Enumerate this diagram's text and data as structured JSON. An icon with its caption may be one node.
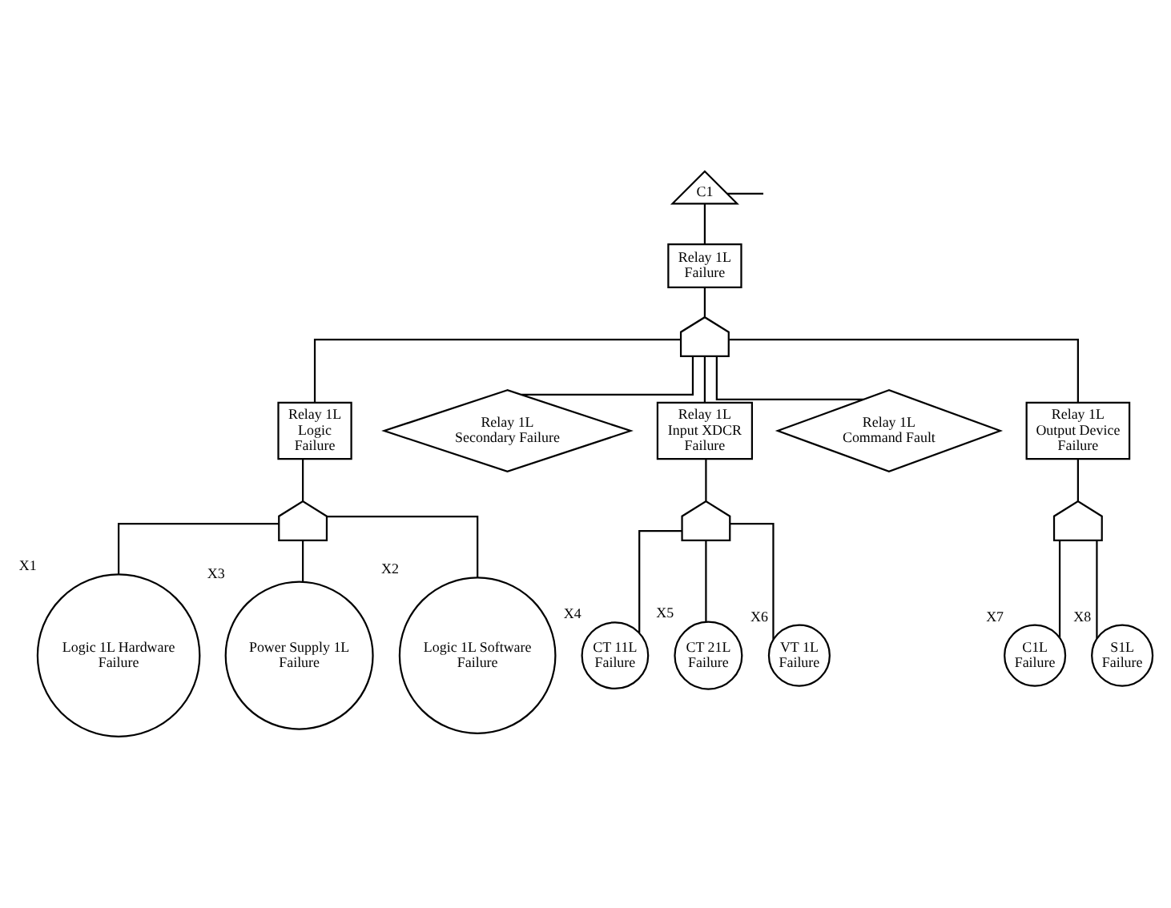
{
  "diagram": {
    "nodes": [
      {
        "text": [
          "C1"
        ]
      },
      {
        "text": [
          "Relay 1L Failure"
        ]
      },
      {
        "text": [],
        "shape": "gate"
      },
      {
        "text": [
          "Relay 1L Logic Failure"
        ]
      },
      {
        "text": [
          "Relay 1L Secondary Failure"
        ]
      },
      {
        "text": [
          "Relay 1L Input XDCR Failure"
        ]
      },
      {
        "text": [
          "Relay 1L Command Fault"
        ]
      },
      {
        "text": [
          "Relay 1L Output Device Failure"
        ]
      },
      {
        "text": [],
        "shape": "gate"
      },
      {
        "text": [
          "Logic 1L Hardware Failure"
        ],
        "beside": [
          "X1"
        ]
      },
      {
        "text": [
          "Power Supply 1L Failure"
        ],
        "beside": [
          "X3"
        ]
      },
      {
        "text": [
          "Logic 1L Software Failure"
        ],
        "beside": [
          "X2"
        ]
      },
      {
        "text": [],
        "shape": "gate"
      },
      {
        "text": [
          "CT 11L Failure"
        ],
        "beside": [
          "X4"
        ]
      },
      {
        "text": [
          "CT 21L Failure"
        ],
        "beside": [
          "X5"
        ]
      },
      {
        "text": [
          "VT 1L Failure"
        ],
        "beside": [
          "X6"
        ]
      },
      {
        "text": [],
        "shape": "gate"
      },
      {
        "text": [
          "C1L Failure"
        ],
        "beside": [
          "X7"
        ]
      },
      {
        "text": [
          "S1L Failure"
        ],
        "beside": [
          "X8"
        ]
      }
    ],
    "edges": [
      {
        "from": 0,
        "to": 1,
        "arrow": "none"
      },
      {
        "from": 0,
        "to": null,
        "arrow": "none"
      },
      {
        "from": 1,
        "to": 2,
        "arrow": "none"
      },
      {
        "from": 2,
        "to": 3,
        "arrow": "none"
      },
      {
        "from": 2,
        "to": 4,
        "arrow": "none"
      },
      {
        "from": 2,
        "to": 5,
        "arrow": "none"
      },
      {
        "from": 2,
        "to": 6,
        "arrow": "none"
      },
      {
        "from": 2,
        "to": 7,
        "arrow": "none"
      },
      {
        "from": 3,
        "to": 8,
        "arrow": "none"
      },
      {
        "from": 8,
        "to": 9,
        "arrow": "none"
      },
      {
        "from": 8,
        "to": 10,
        "arrow": "none"
      },
      {
        "from": 8,
        "to": 11,
        "arrow": "none"
      },
      {
        "from": 5,
        "to": 12,
        "arrow": "none"
      },
      {
        "from": 12,
        "to": 13,
        "arrow": "none"
      },
      {
        "from": 12,
        "to": 14,
        "arrow": "none"
      },
      {
        "from": 12,
        "to": 15,
        "arrow": "none"
      },
      {
        "from": 7,
        "to": 16,
        "arrow": "none"
      },
      {
        "from": 16,
        "to": 17,
        "arrow": "none"
      },
      {
        "from": 16,
        "to": 18,
        "arrow": "none"
      }
    ]
  }
}
